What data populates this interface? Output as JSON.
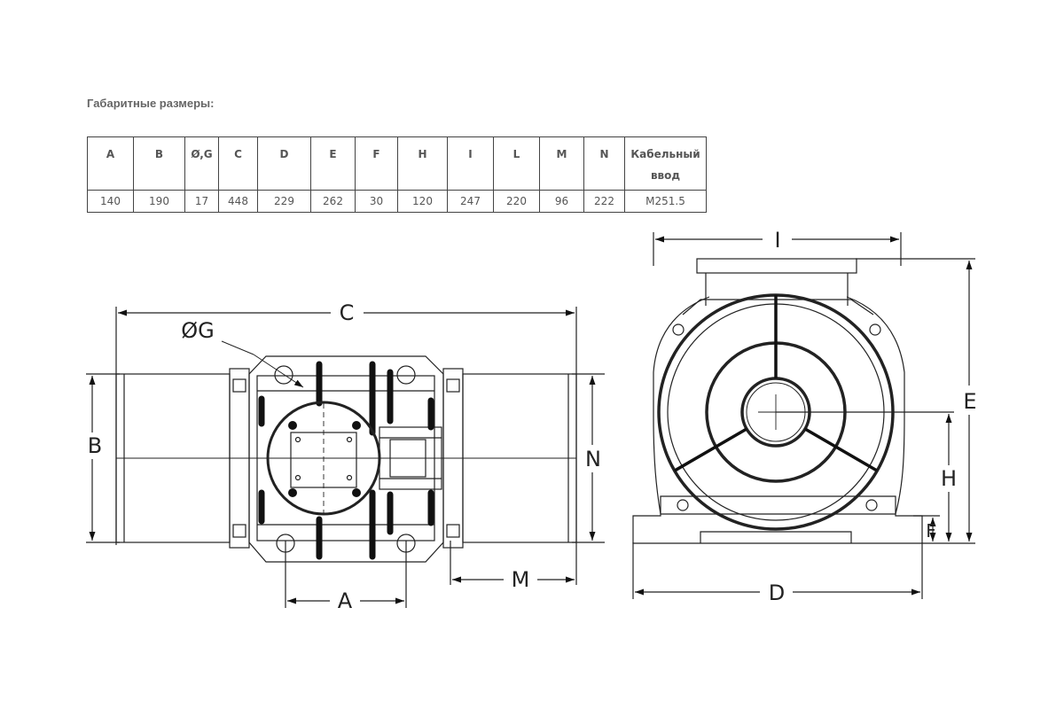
{
  "heading": "Габаритные размеры:",
  "table": {
    "headers": [
      "A",
      "B",
      "Ø,G",
      "C",
      "D",
      "E",
      "F",
      "H",
      "I",
      "L",
      "M",
      "N",
      "Кабельный ввод"
    ],
    "values": [
      "140",
      "190",
      "17",
      "448",
      "229",
      "262",
      "30",
      "120",
      "247",
      "220",
      "96",
      "222",
      "M251.5"
    ]
  },
  "labels": {
    "c": "C",
    "g": "ØG",
    "b": "B",
    "n": "N",
    "a": "A",
    "m": "M",
    "i": "I",
    "e": "E",
    "h": "H",
    "f": "F",
    "d": "D"
  }
}
